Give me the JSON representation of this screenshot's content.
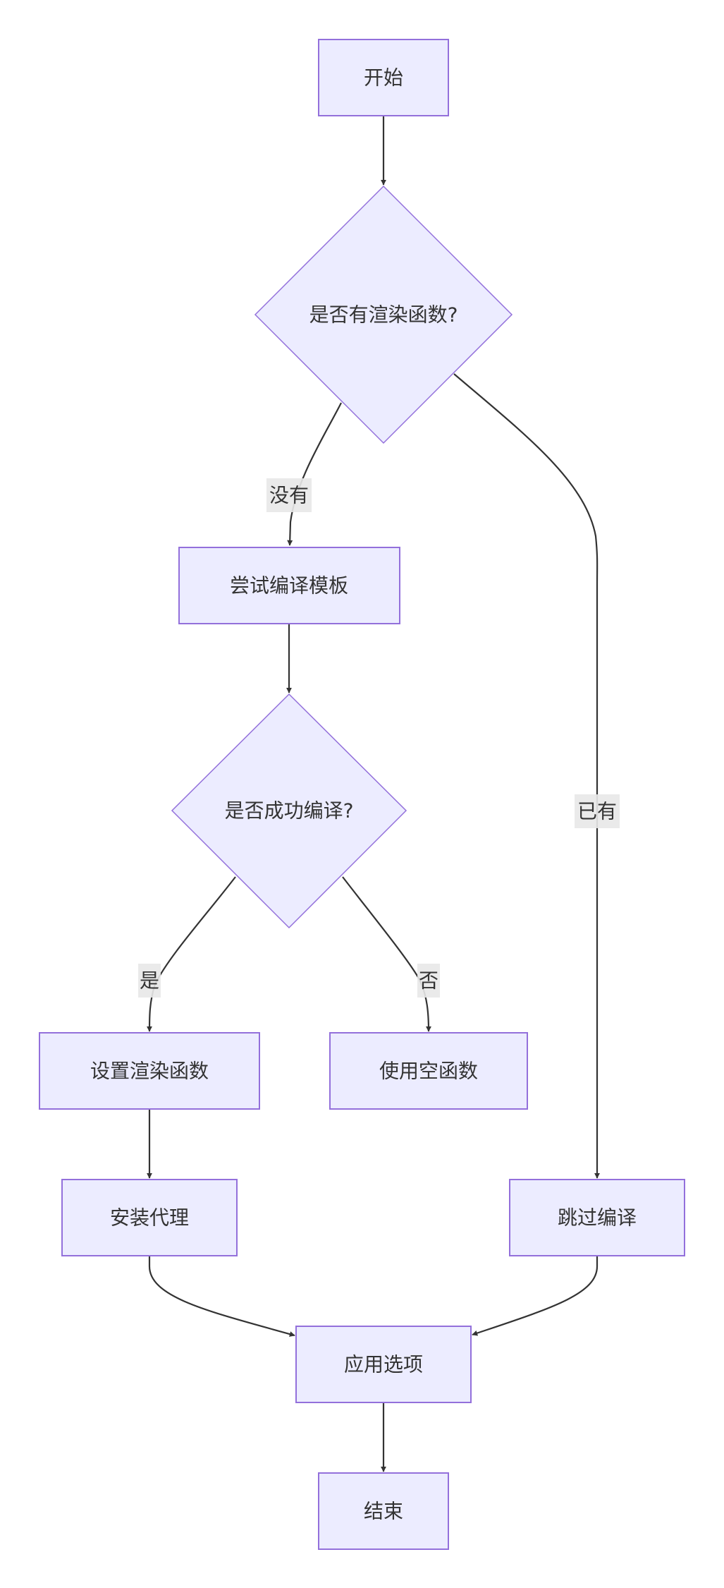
{
  "diagram": {
    "type": "flowchart",
    "direction": "top-down",
    "colors": {
      "node_fill": "#ECECFF",
      "node_stroke": "#9370DB",
      "edge": "#333333",
      "text": "#333333",
      "label_bg": "#E8E8E8"
    },
    "nodes": [
      {
        "id": "start",
        "shape": "rect",
        "label": "开始"
      },
      {
        "id": "has_render",
        "shape": "diamond",
        "label": "是否有渲染函数?"
      },
      {
        "id": "try_compile",
        "shape": "rect",
        "label": "尝试编译模板"
      },
      {
        "id": "compile_ok",
        "shape": "diamond",
        "label": "是否成功编译?"
      },
      {
        "id": "set_render",
        "shape": "rect",
        "label": "设置渲染函数"
      },
      {
        "id": "use_empty",
        "shape": "rect",
        "label": "使用空函数"
      },
      {
        "id": "install_proxy",
        "shape": "rect",
        "label": "安装代理"
      },
      {
        "id": "skip_compile",
        "shape": "rect",
        "label": "跳过编译"
      },
      {
        "id": "apply_options",
        "shape": "rect",
        "label": "应用选项"
      },
      {
        "id": "end",
        "shape": "rect",
        "label": "结束"
      }
    ],
    "edges": [
      {
        "from": "start",
        "to": "has_render",
        "label": ""
      },
      {
        "from": "has_render",
        "to": "try_compile",
        "label": "没有"
      },
      {
        "from": "has_render",
        "to": "skip_compile",
        "label": "已有"
      },
      {
        "from": "try_compile",
        "to": "compile_ok",
        "label": ""
      },
      {
        "from": "compile_ok",
        "to": "set_render",
        "label": "是"
      },
      {
        "from": "compile_ok",
        "to": "use_empty",
        "label": "否"
      },
      {
        "from": "set_render",
        "to": "install_proxy",
        "label": ""
      },
      {
        "from": "install_proxy",
        "to": "apply_options",
        "label": ""
      },
      {
        "from": "skip_compile",
        "to": "apply_options",
        "label": ""
      },
      {
        "from": "apply_options",
        "to": "end",
        "label": ""
      }
    ]
  }
}
